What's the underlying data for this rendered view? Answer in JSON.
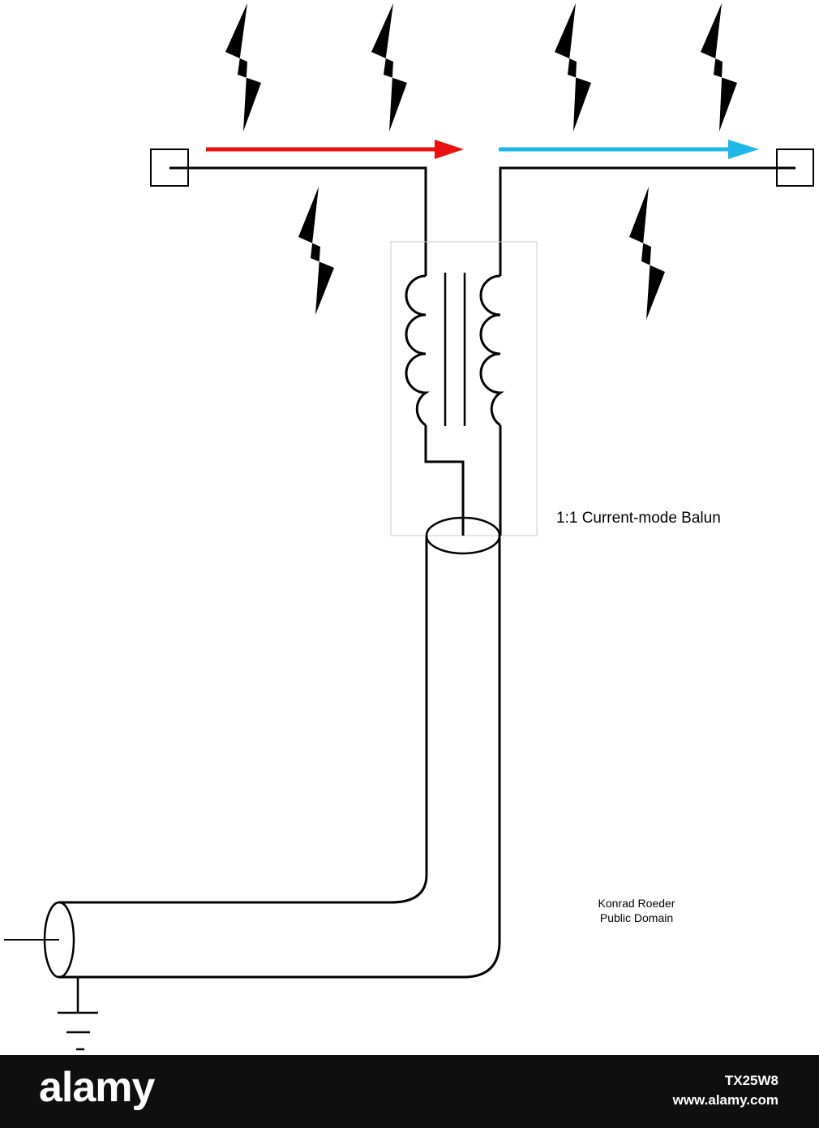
{
  "diagram": {
    "balun_label": "1:1 Current-mode Balun",
    "credit_author": "Konrad Roeder",
    "credit_license": "Public Domain",
    "colors": {
      "line": "#000000",
      "left_current_arrow": "#e81010",
      "right_current_arrow": "#1fb6e8",
      "balun_box": "#cccccc"
    },
    "icons": [
      "lightning-icon",
      "ground-icon",
      "antenna-terminal-icon",
      "coil-icon"
    ]
  },
  "footer": {
    "brand": "alamy",
    "image_id": "TX25W8",
    "site": "www.alamy.com"
  }
}
